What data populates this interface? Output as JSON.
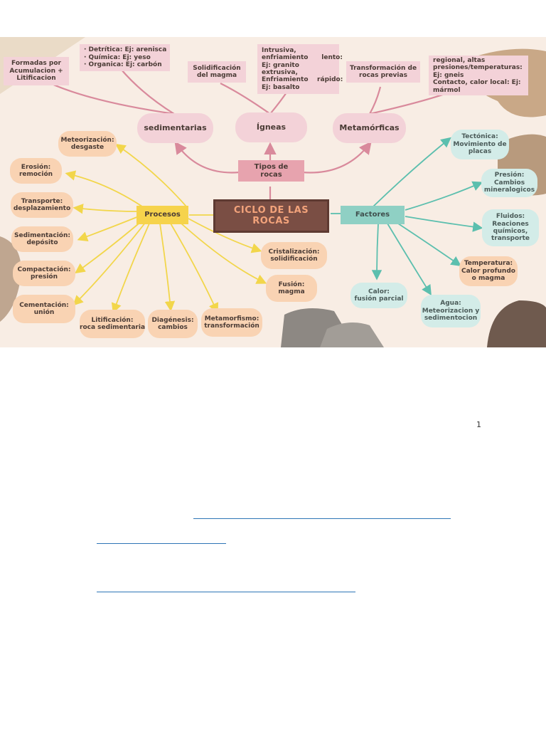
{
  "map": {
    "center": [
      "CICLO DE LAS",
      "ROCAS"
    ],
    "tipos": [
      "Tipos de",
      "rocas"
    ],
    "procesos_label": "Procesos",
    "factores_label": "Factores",
    "types": {
      "sedimentarias": "sedimentarias",
      "igneas": "Ígneas",
      "metamorficas": "Metamórficas"
    },
    "type_details": {
      "formadas": [
        "Formadas por",
        "Acumulacion +",
        "Litificacion"
      ],
      "sed_list": [
        "· Detrítica: Ej: arenisca",
        "· Química: Ej: yeso",
        "· Organica: Ej: carbón"
      ],
      "solidificacion": [
        "Solidificación",
        "del magma"
      ],
      "intrusiva": [
        "Intrusiva,",
        "enfriamiento      lento:",
        "Ej: granito",
        "extrusiva,",
        "Enfriamiento    rápido:",
        "Ej: basalto"
      ],
      "transformacion": [
        "Transformación de",
        "rocas previas"
      ],
      "regional": [
        "regional, altas",
        "presiones/temperaturas:",
        "Ej: gneis",
        "Contacto, calor local: Ej:",
        "mármol"
      ]
    },
    "processes": [
      [
        "Meteorización:",
        "desgaste"
      ],
      [
        "Erosión:",
        "remoción"
      ],
      [
        "Transporte:",
        "desplazamiento"
      ],
      [
        "Sedimentación:",
        "depósito"
      ],
      [
        "Compactación:",
        "presión"
      ],
      [
        "Cementación:",
        "unión"
      ],
      [
        "Litificación:",
        "roca sedimentaria"
      ],
      [
        "Diagénesis:",
        "cambios"
      ],
      [
        "Metamorfismo:",
        "transformación"
      ],
      [
        "Cristalización:",
        "solidificación"
      ],
      [
        "Fusión:",
        "magma"
      ]
    ],
    "factors": [
      [
        "Tectónica:",
        "Movimiento de",
        "placas"
      ],
      [
        "Presión:",
        "Cambios",
        "mineralogicos"
      ],
      [
        "Fluidos:",
        "Reaciones",
        "químicos,",
        "transporte"
      ],
      [
        "Temperatura:",
        "Calor profundo",
        "o magma"
      ],
      [
        "Agua:",
        "Meteorizacion y",
        "sedimentocion"
      ],
      [
        "Calor:",
        "fusión parcial"
      ]
    ],
    "colors": {
      "pink_edge": "#d98a9c",
      "yellow_edge": "#f2d64b",
      "teal_edge": "#5cbfae"
    }
  },
  "page_number": "1"
}
